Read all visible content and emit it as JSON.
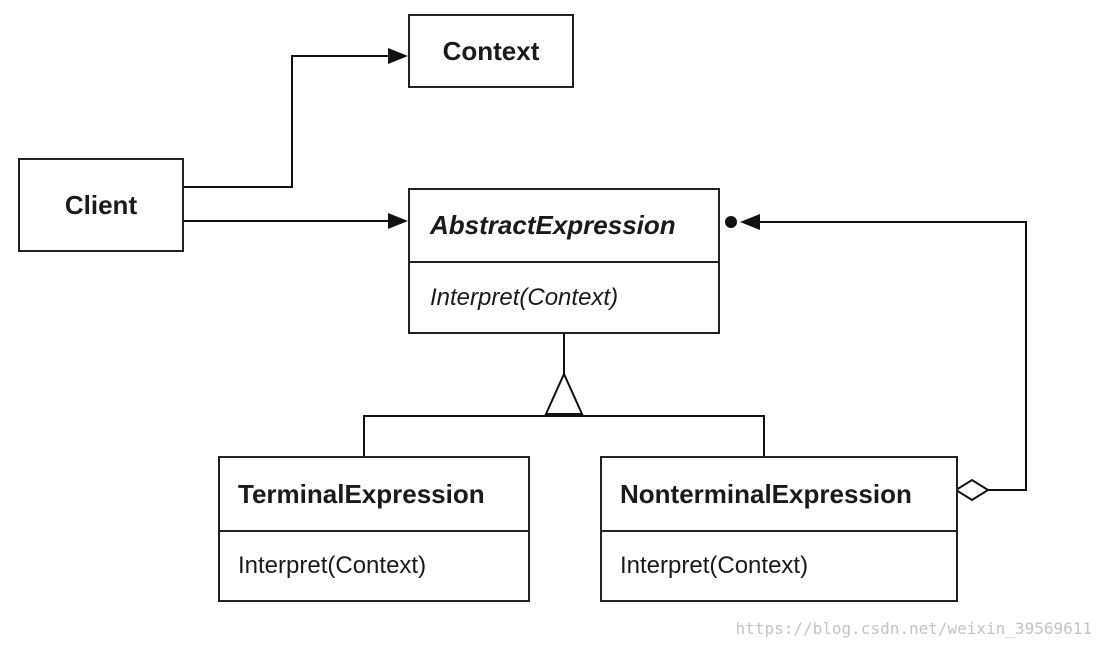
{
  "classes": {
    "context": {
      "name": "Context"
    },
    "client": {
      "name": "Client"
    },
    "abstract_expression": {
      "name": "AbstractExpression",
      "operation": "Interpret(Context)"
    },
    "terminal_expression": {
      "name": "TerminalExpression",
      "operation": "Interpret(Context)"
    },
    "nonterminal_expression": {
      "name": "NonterminalExpression",
      "operation": "Interpret(Context)"
    }
  },
  "watermark": "https://blog.csdn.net/weixin_39569611"
}
